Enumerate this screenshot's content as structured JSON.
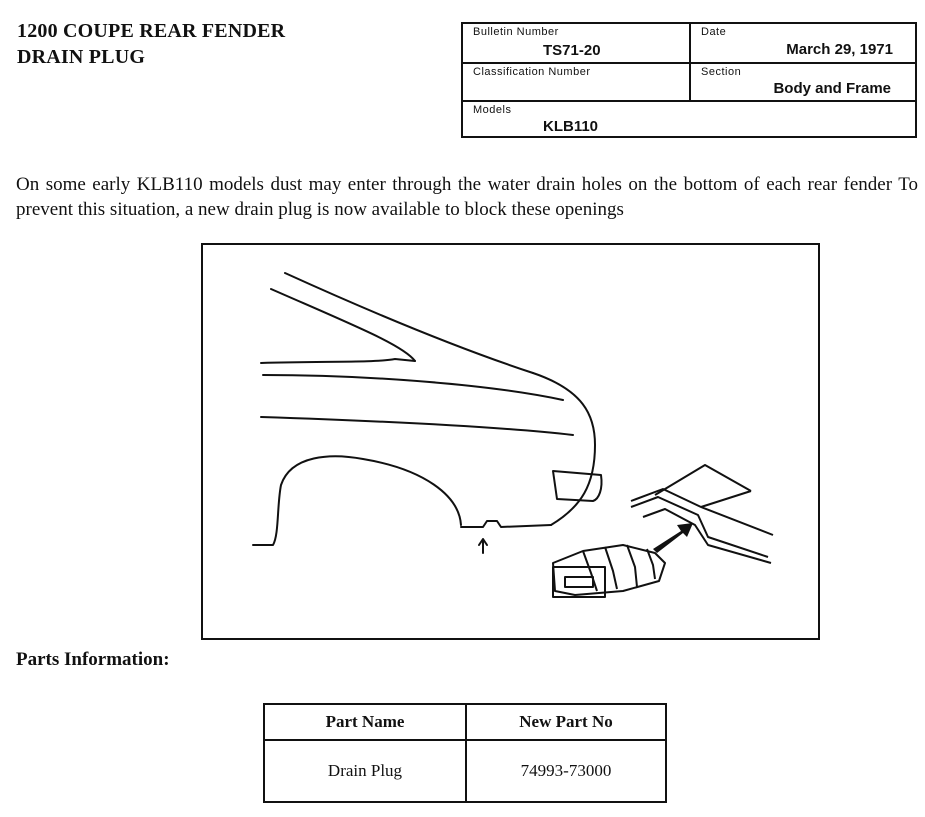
{
  "title": {
    "line1": "1200 COUPE REAR FENDER",
    "line2": "DRAIN PLUG"
  },
  "info_box": {
    "bulletin_number_label": "Bulletin Number",
    "bulletin_number": "TS71-20",
    "date_label": "Date",
    "date": "March 29, 1971",
    "classification_label": "Classification Number",
    "classification": "",
    "section_label": "Section",
    "section": "Body and Frame",
    "models_label": "Models",
    "models": "KLB110"
  },
  "body_text": "On some early KLB110 models dust may enter through the water drain holes on the bottom of each rear fender To prevent this situation, a new drain plug is now available to block these openings",
  "parts_heading": "Parts Information:",
  "parts_table": {
    "headers": [
      "Part Name",
      "New Part No"
    ],
    "rows": [
      [
        "Drain Plug",
        "74993-73000"
      ]
    ]
  }
}
